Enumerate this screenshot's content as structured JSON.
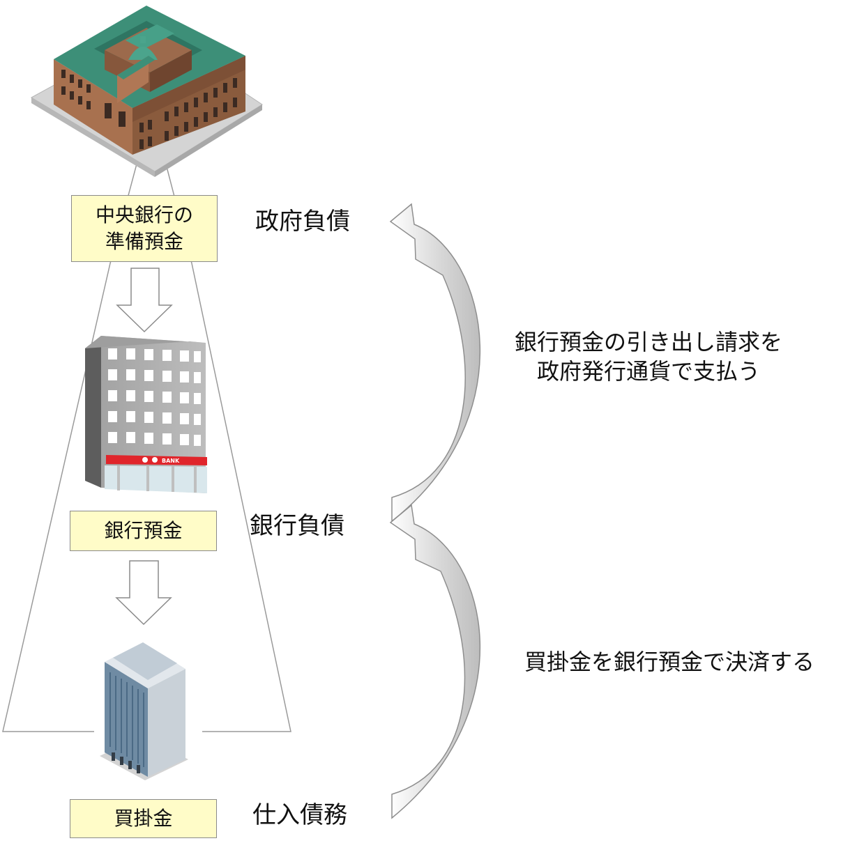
{
  "boxes": {
    "central_bank_reserves": {
      "line1": "中央銀行の",
      "line2": "準備預金"
    },
    "bank_deposit": "銀行預金",
    "accounts_payable": "買掛金"
  },
  "labels": {
    "government_liability": "政府負債",
    "bank_liability": "銀行負債",
    "trade_payables": "仕入債務"
  },
  "notes": {
    "upper": {
      "line1": "銀行預金の引き出し請求を",
      "line2": "政府発行通貨で支払う"
    },
    "lower": "買掛金を銀行預金で決済する"
  },
  "images": {
    "central_bank": "central-bank-building",
    "commercial_bank": "commercial-bank-building",
    "company": "office-building",
    "bank_sign": "BANK"
  },
  "colors": {
    "box_fill": "#fffcc8",
    "box_border": "#8a8a8a",
    "roof_green": "#3d8f78",
    "brick": "#9c6a4c",
    "bank_red": "#e0252b",
    "arrow_gray": "#c9c9c9"
  }
}
